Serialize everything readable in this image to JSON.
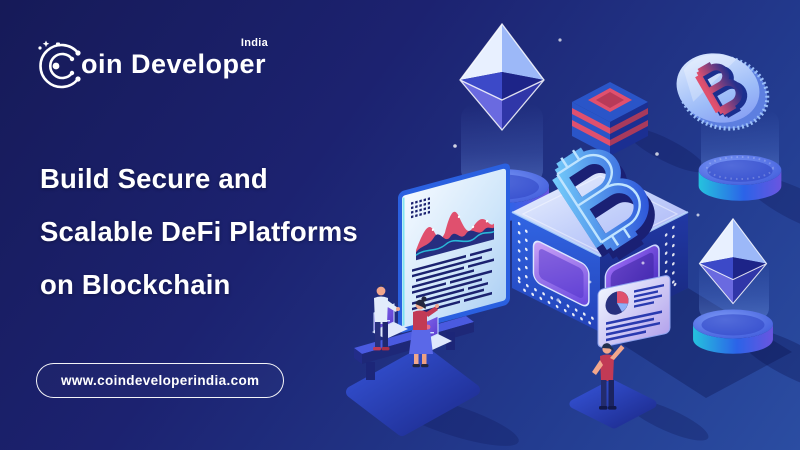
{
  "colors": {
    "background_top_left": "#171b5e",
    "background_bottom_right": "#2a4da0",
    "headline_text": "#ffffff",
    "accent_red": "#e0506e",
    "accent_blue": "#2f63e2",
    "accent_cyan": "#25c2de",
    "accent_purple": "#6a46e0"
  },
  "logo": {
    "icon": "coin-circuit-c-icon",
    "wordmark": "oin Developer",
    "country": "India"
  },
  "headline": {
    "line1": "Build Secure and",
    "line2": "Scalable DeFi Platforms",
    "line3": "on Blockchain"
  },
  "website": {
    "url": "www.coindeveloperindia.com"
  },
  "illustration": {
    "bitcoin_symbol": "₿",
    "icons": [
      "ethereum-diamond-icon",
      "bitcoin-coin-icon",
      "bitcoin-chip-cube",
      "server-stack-icon",
      "analytics-monitor",
      "analysts-at-desk",
      "laptop-icon",
      "pie-chart-card",
      "pointing-person",
      "glow-pedestal"
    ]
  }
}
